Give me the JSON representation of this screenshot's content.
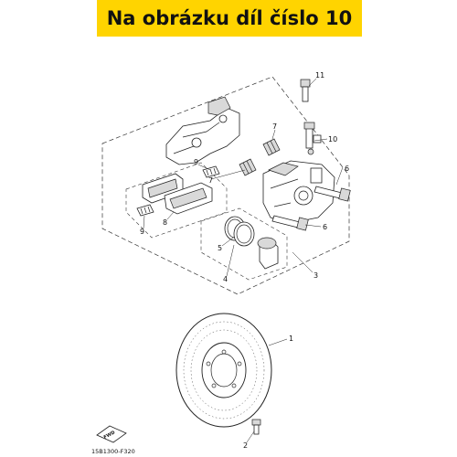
{
  "banner": {
    "text": "Na obrázku díl číslo 10",
    "color": "#ffd400"
  },
  "callouts": [
    {
      "id": "c1",
      "label": "1"
    },
    {
      "id": "c2",
      "label": "2"
    },
    {
      "id": "c3",
      "label": "3"
    },
    {
      "id": "c4",
      "label": "4"
    },
    {
      "id": "c5",
      "label": "5"
    },
    {
      "id": "c6a",
      "label": "6"
    },
    {
      "id": "c6b",
      "label": "6"
    },
    {
      "id": "c7a",
      "label": "7"
    },
    {
      "id": "c7b",
      "label": "7"
    },
    {
      "id": "c8",
      "label": "8"
    },
    {
      "id": "c9a",
      "label": "9"
    },
    {
      "id": "c9b",
      "label": "9"
    },
    {
      "id": "c10",
      "label": "10"
    },
    {
      "id": "c11",
      "label": "11"
    }
  ],
  "fwd_label": "FWD",
  "diagram_code": "15B1300-F320"
}
